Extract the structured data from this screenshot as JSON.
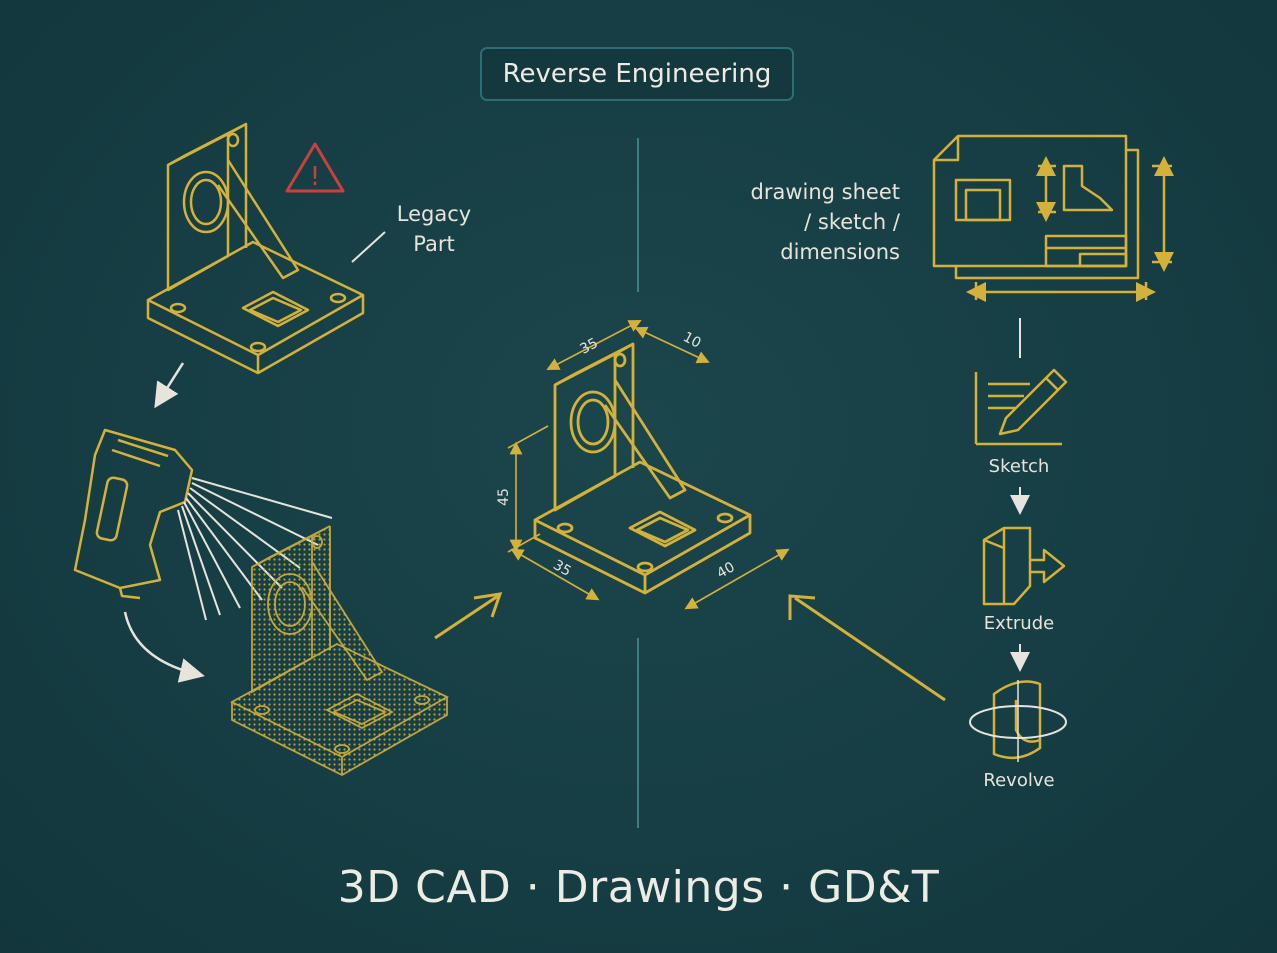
{
  "title": "Reverse Engineering",
  "legacy_part": {
    "line1": "Legacy",
    "line2": "Part",
    "warning_glyph": "!"
  },
  "drawing_note": {
    "line1": "drawing sheet",
    "line2": "/ sketch /",
    "line3": "dimensions"
  },
  "steps": [
    {
      "label": "Sketch",
      "icon": "sketch-pencil-icon"
    },
    {
      "label": "Extrude",
      "icon": "extrude-icon"
    },
    {
      "label": "Revolve",
      "icon": "revolve-icon"
    }
  ],
  "dimensions": {
    "top_width": "35",
    "top_depth": "10",
    "height": "45",
    "base_left": "35",
    "base_right": "40"
  },
  "footer": "3D CAD · Drawings · GD&T",
  "colors": {
    "background": "#163e44",
    "line_gold": "#d4b13a",
    "text": "#e6e4dc",
    "warning": "#c8413e",
    "divider": "#3f7d84"
  }
}
